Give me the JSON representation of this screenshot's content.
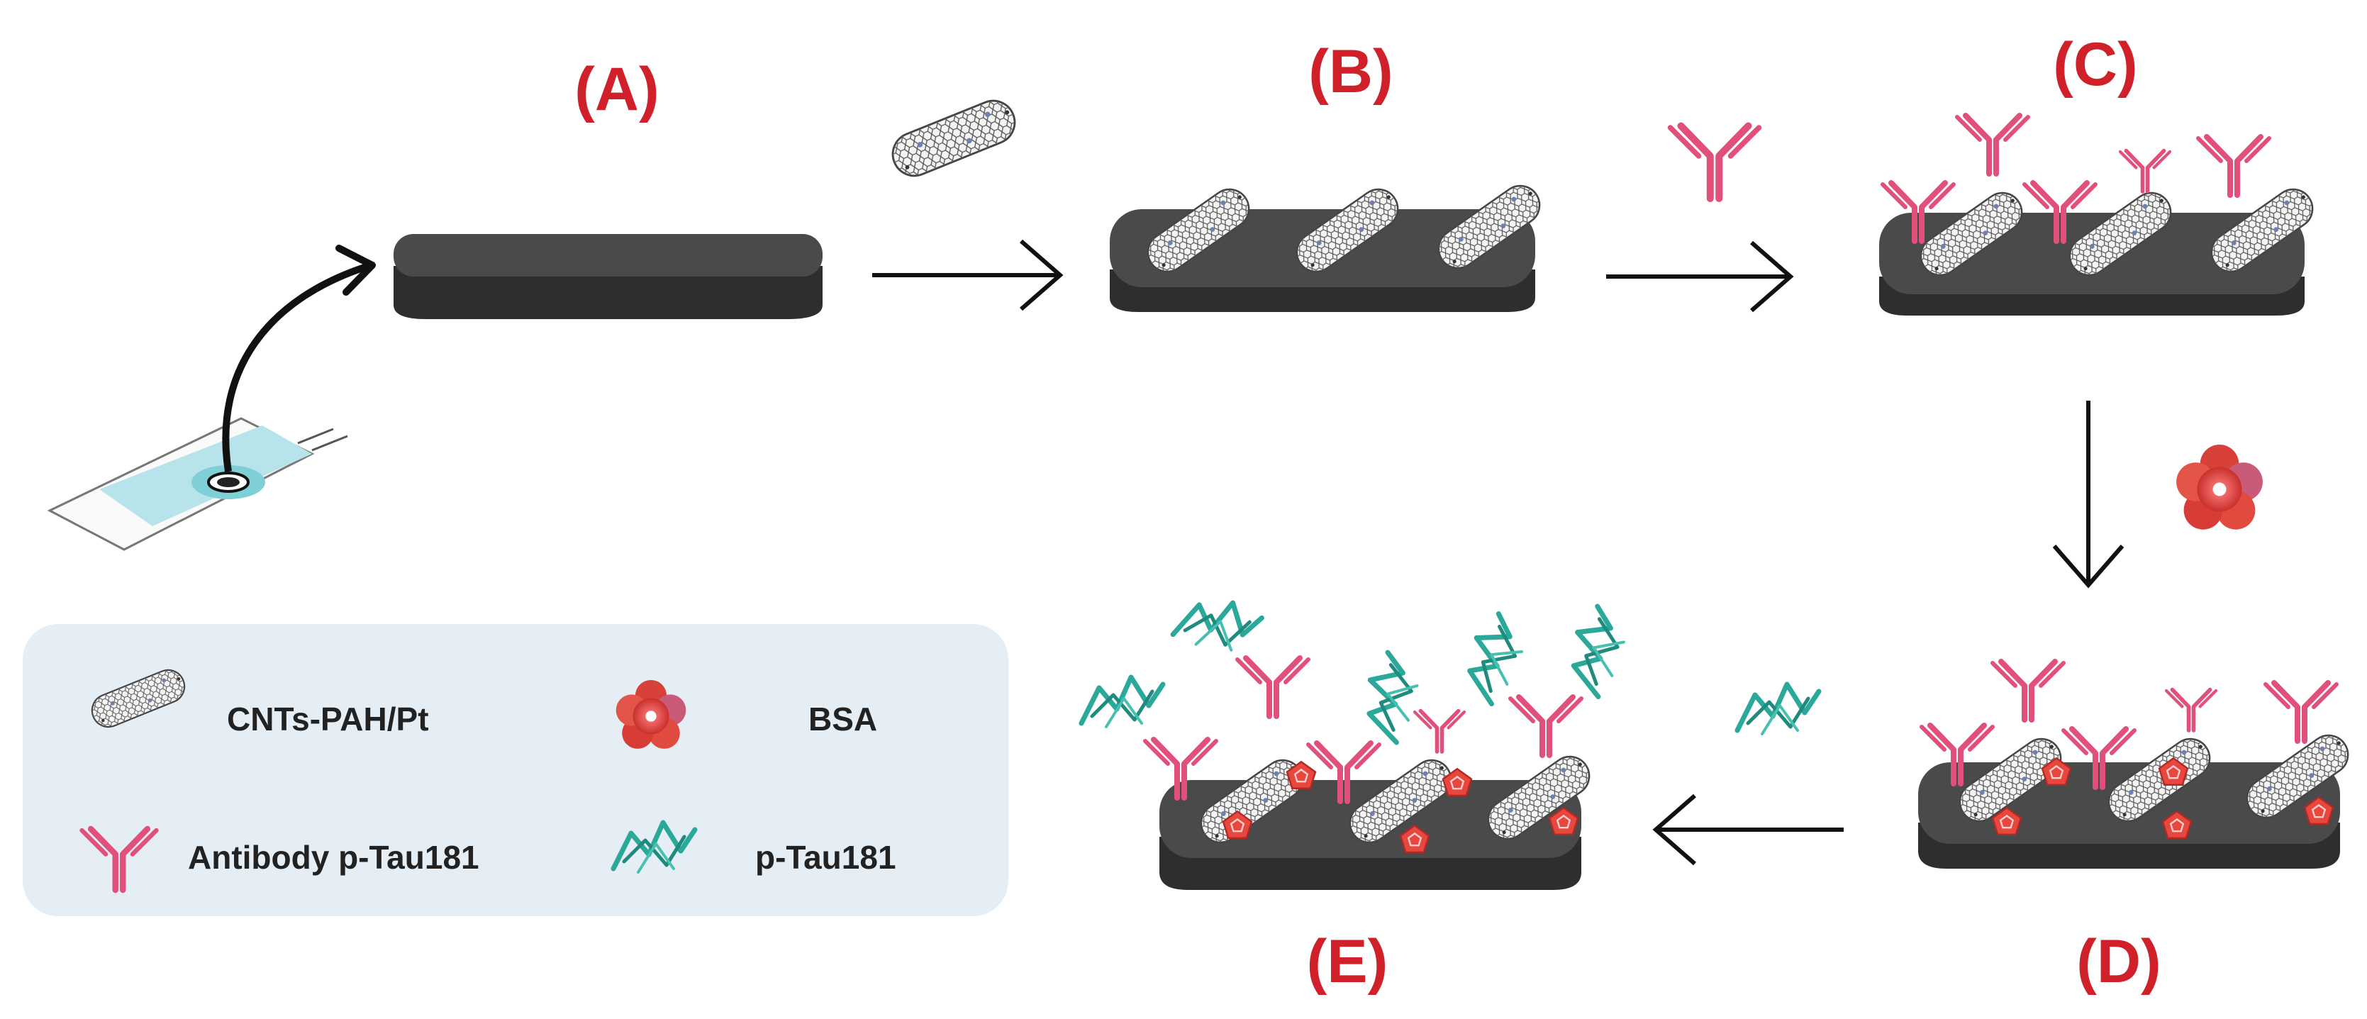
{
  "steps": {
    "a": "(A)",
    "b": "(B)",
    "c": "(C)",
    "d": "(D)",
    "e": "(E)"
  },
  "legend": {
    "cnt": "CNTs-PAH/Pt",
    "bsa": "BSA",
    "antibody": "Antibody p-Tau181",
    "ptau": "p-Tau181"
  },
  "colors": {
    "disk_top": "#4a4a4a",
    "disk_side": "#2e2e2e",
    "antibody": "#e0507a",
    "bsa": "#e8473d",
    "ptau": "#2aa89a",
    "label": "#d0202a",
    "legend_bg": "#e4eef4",
    "electrode_ring": "#7fcfd6"
  },
  "icons": [
    "cnt-icon",
    "antibody-icon",
    "bsa-icon",
    "ptau-icon",
    "electrode-icon",
    "arrow-icon"
  ]
}
